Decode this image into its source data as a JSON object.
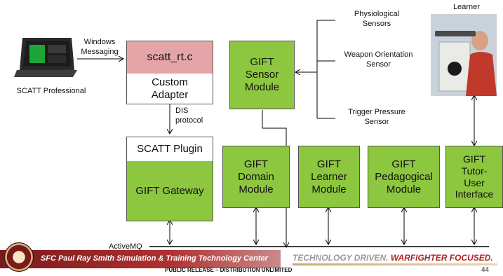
{
  "scatt_pro": {
    "label": "SCATT Professional"
  },
  "learner": {
    "label": "Learner"
  },
  "windows_messaging": "Windows\nMessaging",
  "dis_protocol": "DIS\nprotocol",
  "scatt_rt": "scatt_rt.c",
  "custom_adapter": "Custom\nAdapter",
  "scatt_plugin": "SCATT Plugin",
  "gift_gateway": "GIFT Gateway",
  "sensor_module": "GIFT\nSensor\nModule",
  "domain_module": "GIFT\nDomain\nModule",
  "learner_module": "GIFT\nLearner\nModule",
  "pedagogical_module": "GIFT\nPedagogical\nModule",
  "tutor_ui": "GIFT\nTutor-\nUser\nInterface",
  "sensors": {
    "physiological": "Physiological\nSensors",
    "weapon": "Weapon Orientation\nSensor",
    "trigger": "Trigger Pressure\nSensor"
  },
  "activemq": "ActiveMQ",
  "footer": {
    "center": "SFC Paul Ray Smith Simulation & Training Technology Center",
    "tagline_gray": "TECHNOLOGY DRIVEN.",
    "tagline_red": "WARFIGHTER FOCUSED.",
    "release": "PUBLIC RELEASE – DISTRIBUTION UNLIMITED",
    "page": "44"
  },
  "colors": {
    "green": "#8dc63f",
    "pink": "#e5a4a8",
    "accent_red": "#b22222",
    "band": "#8b1f1f"
  }
}
